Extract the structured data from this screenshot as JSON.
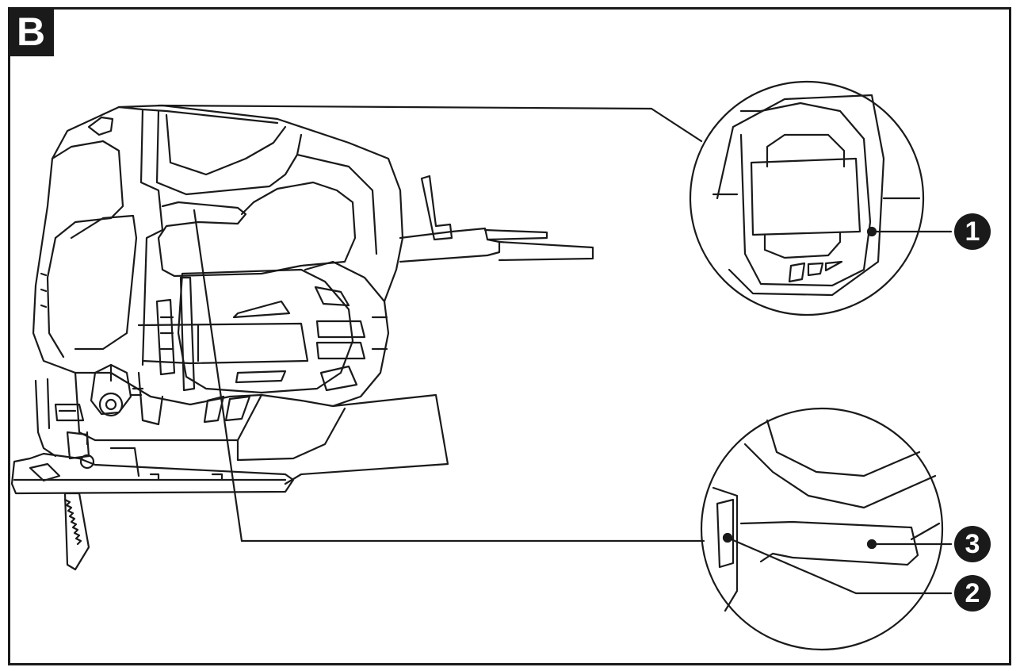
{
  "figure": {
    "panel_label": "B",
    "callouts": [
      {
        "number": "1"
      },
      {
        "number": "2"
      },
      {
        "number": "3"
      }
    ],
    "colors": {
      "ink": "#1a1a1a",
      "paper": "#ffffff"
    }
  }
}
